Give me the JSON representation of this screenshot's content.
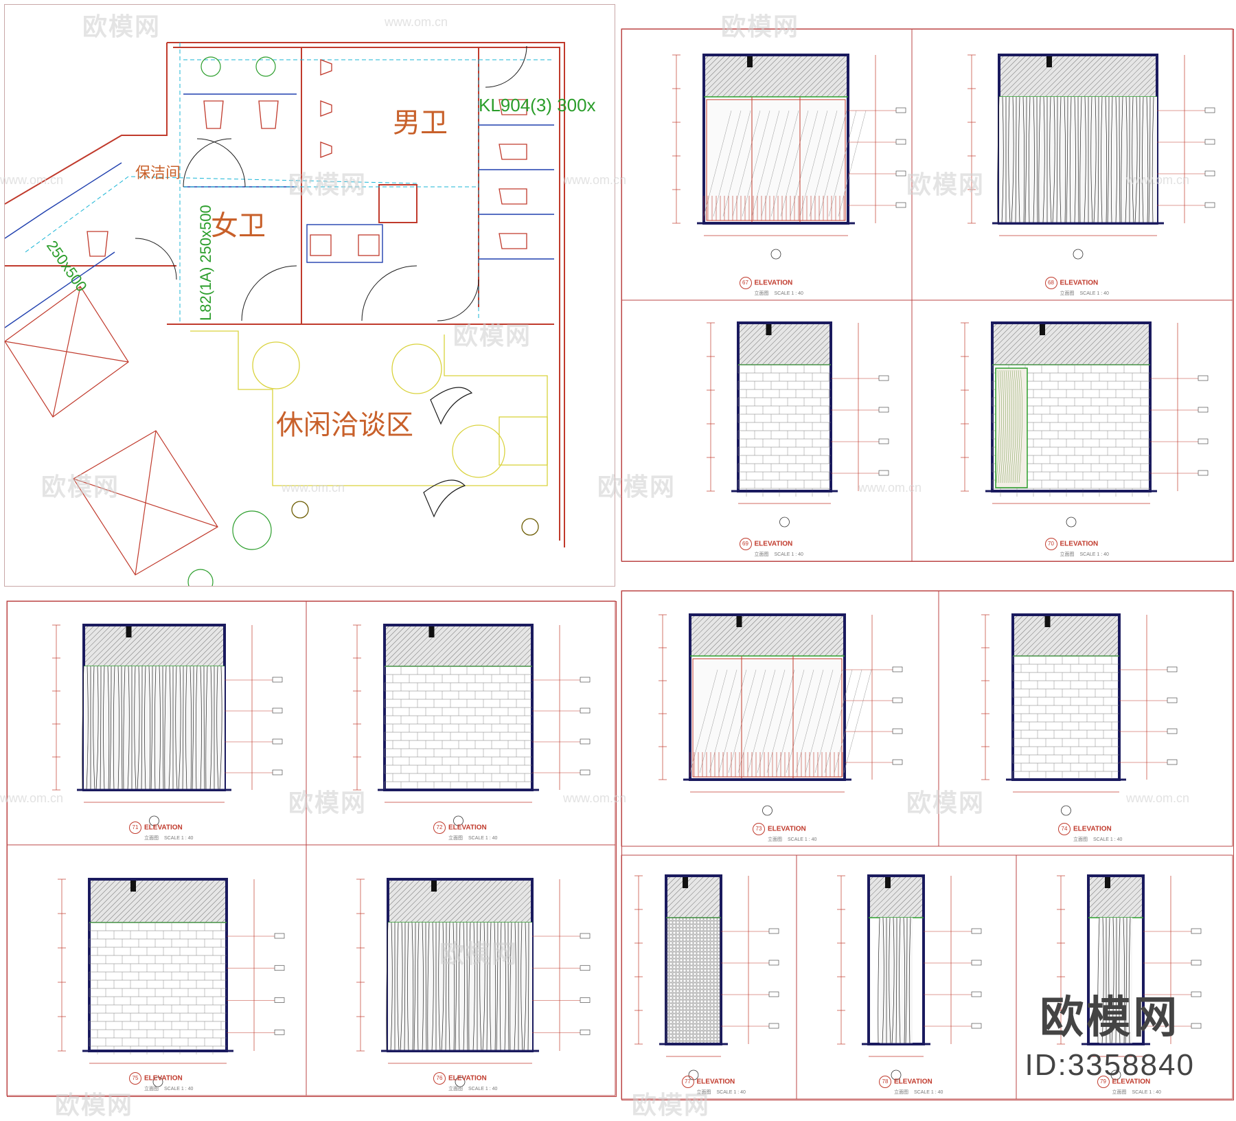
{
  "plan": {
    "male_restroom": "男卫",
    "female_restroom": "女卫",
    "cleaning_room": "保洁间",
    "lounge": "休闲洽谈区",
    "beam_label_1": "KL904(3) 300x",
    "beam_label_2": "L82(1A) 250x500",
    "beam_label_3": "250x500"
  },
  "elevation_panels": [
    {
      "caption": "ELEVATION",
      "scale": "SCALE 1 : 40",
      "sub": "立面图",
      "number": "67"
    },
    {
      "caption": "ELEVATION",
      "scale": "SCALE 1 : 40",
      "sub": "立面图",
      "number": "68"
    },
    {
      "caption": "ELEVATION",
      "scale": "SCALE 1 : 40",
      "sub": "立面图",
      "number": "69"
    },
    {
      "caption": "ELEVATION",
      "scale": "SCALE 1 : 40",
      "sub": "立面图",
      "number": "70"
    },
    {
      "caption": "ELEVATION",
      "scale": "SCALE 1 : 40",
      "sub": "立面图",
      "number": "71"
    },
    {
      "caption": "ELEVATION",
      "scale": "SCALE 1 : 40",
      "sub": "立面图",
      "number": "72"
    },
    {
      "caption": "ELEVATION",
      "scale": "SCALE 1 : 40",
      "sub": "立面图",
      "number": "73"
    },
    {
      "caption": "ELEVATION",
      "scale": "SCALE 1 : 40",
      "sub": "立面图",
      "number": "74"
    },
    {
      "caption": "ELEVATION",
      "scale": "SCALE 1 : 40",
      "sub": "立面图",
      "number": "75"
    },
    {
      "caption": "ELEVATION",
      "scale": "SCALE 1 : 40",
      "sub": "立面图",
      "number": "76"
    },
    {
      "caption": "ELEVATION",
      "scale": "SCALE 1 : 40",
      "sub": "立面图",
      "number": "77"
    },
    {
      "caption": "ELEVATION",
      "scale": "SCALE 1 : 40",
      "sub": "立面图",
      "number": "78"
    },
    {
      "caption": "ELEVATION",
      "scale": "SCALE 1 : 40",
      "sub": "立面图",
      "number": "79"
    }
  ],
  "watermark": {
    "logo": "欧模网",
    "url": "www.om.cn"
  },
  "branding": {
    "logo": "欧模网",
    "id": "ID:3358840"
  }
}
